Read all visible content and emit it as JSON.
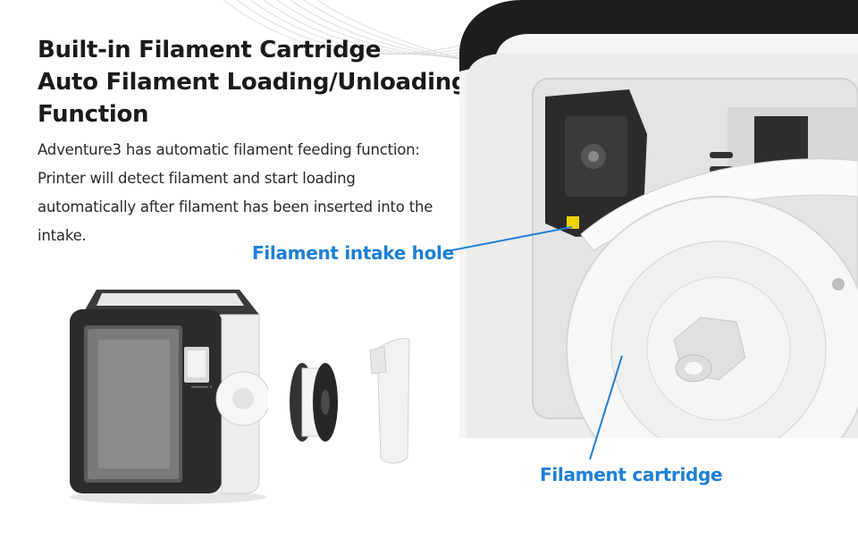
{
  "heading": {
    "line1": "Built-in Filament Cartridge",
    "line2": "Auto Filament Loading/Unloading",
    "line3": "Function"
  },
  "description": {
    "line1": "Adventure3 has automatic filament feeding function:",
    "line2": "Printer will detect filament and start loading",
    "line3": "automatically after filament has been inserted into the",
    "line4": "intake."
  },
  "callouts": {
    "intake_hole": "Filament intake hole",
    "cartridge": "Filament cartridge"
  },
  "printer_badge": "Adventurer 3",
  "colors": {
    "accent": "#1e7fd6",
    "text": "#1a1a1a",
    "printer_body": "#2b2b2b",
    "printer_panel": "#eeeeee"
  }
}
